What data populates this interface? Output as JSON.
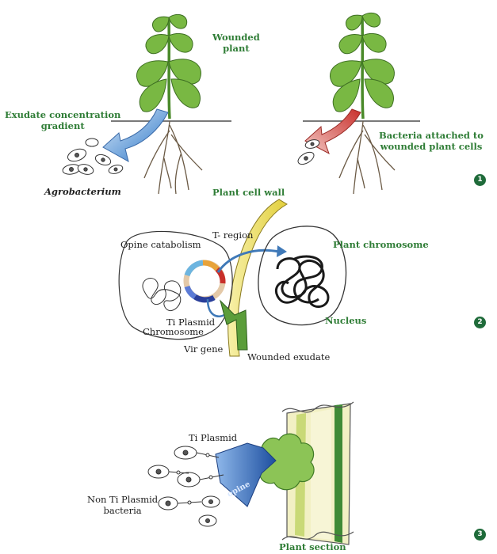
{
  "panel1": {
    "label_wounded_plant_line1": "Wounded",
    "label_wounded_plant_line2": "plant",
    "label_exudate_line1": "Exudate concentration",
    "label_exudate_line2": "gradient",
    "label_agrobacterium": "Agrobacterium",
    "label_bacteria_attached_line1": "Bacteria attached to",
    "label_bacteria_attached_line2": "wounded plant cells",
    "step_number": "1"
  },
  "panel2": {
    "label_plant_cell_wall": "Plant cell wall",
    "label_t_region": "T- region",
    "label_opine_catabolism": "Opine catabolism",
    "label_plant_chromosome": "Plant chromosome",
    "label_ti_plasmid": "Ti Plasmid",
    "label_chromosome": "Chromosome",
    "label_nucleus": "Nucleus",
    "label_vir_gene": "Vir gene",
    "label_wounded_exudate": "Wounded exudate",
    "step_number": "2"
  },
  "panel3": {
    "label_ti_plasmid": "Ti Plasmid",
    "label_opine": "opine",
    "label_non_ti_line1": "Non Ti Plasmid",
    "label_non_ti_line2": "bacteria",
    "label_plant_section": "Plant section",
    "step_number": "3"
  },
  "colors": {
    "label_green": "#2f7d36",
    "leaf_green": "#6fae3a",
    "exudate_blue": "#3f7fc9",
    "attach_red": "#cf3f3a",
    "cell_wall_yellow": "#e8d84a",
    "badge_green": "#1f6b3a"
  }
}
